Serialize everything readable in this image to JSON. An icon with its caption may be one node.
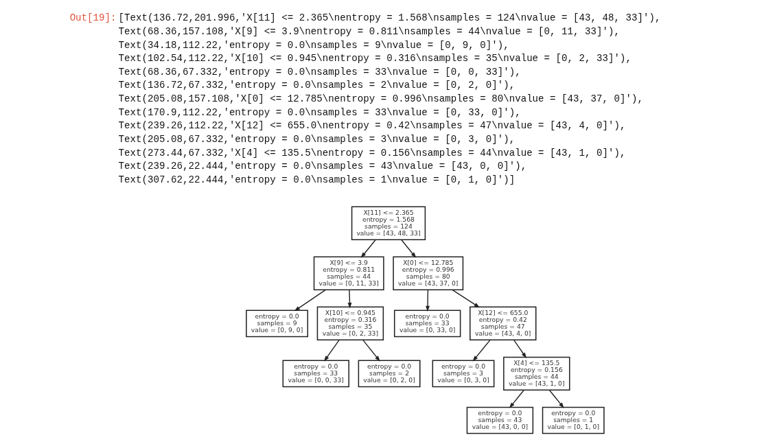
{
  "diagram": {
    "nodes": [
      {
        "text": [
          "X[11] <= 2.365",
          "entropy = 1.568",
          "samples = 124",
          "value = [43, 48, 33]"
        ]
      },
      {
        "text": [
          "X[9] <= 3.9",
          "entropy = 0.811",
          "samples = 44",
          "value = [0, 11, 33]"
        ]
      },
      {
        "text": [
          "X[0] <= 12.785",
          "entropy = 0.996",
          "samples = 80",
          "value = [43, 37, 0]"
        ]
      },
      {
        "text": [
          "entropy = 0.0",
          "samples = 9",
          "value = [0, 9, 0]"
        ]
      },
      {
        "text": [
          "X[10] <= 0.945",
          "entropy = 0.316",
          "samples = 35",
          "value = [0, 2, 33]"
        ]
      },
      {
        "text": [
          "entropy = 0.0",
          "samples = 33",
          "value = [0, 33, 0]"
        ]
      },
      {
        "text": [
          "X[12] <= 655.0",
          "entropy = 0.42",
          "samples = 47",
          "value = [43, 4, 0]"
        ]
      },
      {
        "text": [
          "entropy = 0.0",
          "samples = 33",
          "value = [0, 0, 33]"
        ]
      },
      {
        "text": [
          "entropy = 0.0",
          "samples = 2",
          "value = [0, 2, 0]"
        ]
      },
      {
        "text": [
          "entropy = 0.0",
          "samples = 3",
          "value = [0, 3, 0]"
        ]
      },
      {
        "text": [
          "X[4] <= 135.5",
          "entropy = 0.156",
          "samples = 44",
          "value = [43, 1, 0]"
        ]
      },
      {
        "text": [
          "entropy = 0.0",
          "samples = 43",
          "value = [43, 0, 0]"
        ]
      },
      {
        "text": [
          "entropy = 0.0",
          "samples = 1",
          "value = [0, 1, 0]"
        ]
      }
    ],
    "edges": [
      {
        "from": 0,
        "to": 1,
        "arrow": "to"
      },
      {
        "from": 0,
        "to": 2,
        "arrow": "to"
      },
      {
        "from": 1,
        "to": 3,
        "arrow": "to"
      },
      {
        "from": 1,
        "to": 4,
        "arrow": "to"
      },
      {
        "from": 2,
        "to": 5,
        "arrow": "to"
      },
      {
        "from": 2,
        "to": 6,
        "arrow": "to"
      },
      {
        "from": 4,
        "to": 7,
        "arrow": "to"
      },
      {
        "from": 4,
        "to": 8,
        "arrow": "to"
      },
      {
        "from": 6,
        "to": 9,
        "arrow": "to"
      },
      {
        "from": 6,
        "to": 10,
        "arrow": "to"
      },
      {
        "from": 10,
        "to": 11,
        "arrow": "to"
      },
      {
        "from": 10,
        "to": 12,
        "arrow": "to"
      }
    ],
    "labels": [
      "Out[19]:",
      "[Text(136.72,201.996,'X[11] <= 2.365\\nentropy = 1.568\\nsamples = 124\\nvalue = [43, 48, 33]'),",
      "Text(68.36,157.108,'X[9] <= 3.9\\nentropy = 0.811\\nsamples = 44\\nvalue = [0, 11, 33]'),",
      "Text(34.18,112.22,'entropy = 0.0\\nsamples = 9\\nvalue = [0, 9, 0]'),",
      "Text(102.54,112.22,'X[10] <= 0.945\\nentropy = 0.316\\nsamples = 35\\nvalue = [0, 2, 33]'),",
      "Text(68.36,67.332,'entropy = 0.0\\nsamples = 33\\nvalue = [0, 0, 33]'),",
      "Text(136.72,67.332,'entropy = 0.0\\nsamples = 2\\nvalue = [0, 2, 0]'),",
      "Text(205.08,157.108,'X[0] <= 12.785\\nentropy = 0.996\\nsamples = 80\\nvalue = [43, 37, 0]'),",
      "Text(170.9,112.22,'entropy = 0.0\\nsamples = 33\\nvalue = [0, 33, 0]'),",
      "Text(239.26,112.22,'X[12] <= 655.0\\nentropy = 0.42\\nsamples = 47\\nvalue = [43, 4, 0]'),",
      "Text(205.08,67.332,'entropy = 0.0\\nsamples = 3\\nvalue = [0, 3, 0]'),",
      "Text(273.44,67.332,'X[4] <= 135.5\\nentropy = 0.156\\nsamples = 44\\nvalue = [43, 1, 0]'),",
      "Text(239.26,22.444,'entropy = 0.0\\nsamples = 43\\nvalue = [43, 0, 0]'),",
      "Text(307.62,22.444,'entropy = 0.0\\nsamples = 1\\nvalue = [0, 1, 0]')]"
    ]
  }
}
